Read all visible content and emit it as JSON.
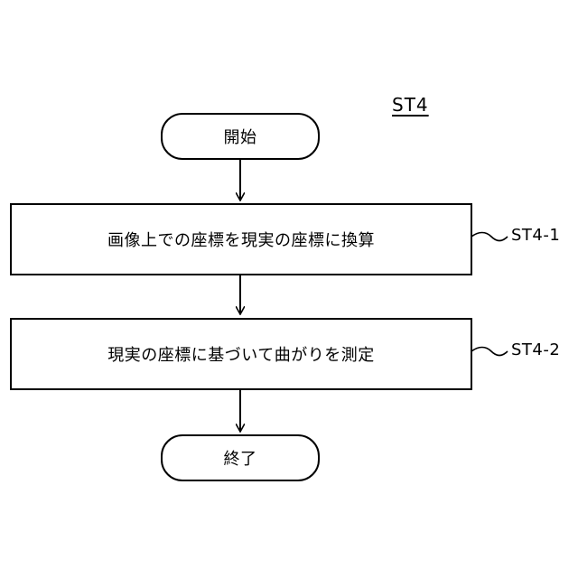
{
  "figure": {
    "label": "ST4"
  },
  "nodes": {
    "start": {
      "text": "開始"
    },
    "step1": {
      "text": "画像上での座標を現実の座標に換算",
      "label": "ST4-1"
    },
    "step2": {
      "text": "現実の座標に基づいて曲がりを測定",
      "label": "ST4-2"
    },
    "end": {
      "text": "終了"
    }
  }
}
